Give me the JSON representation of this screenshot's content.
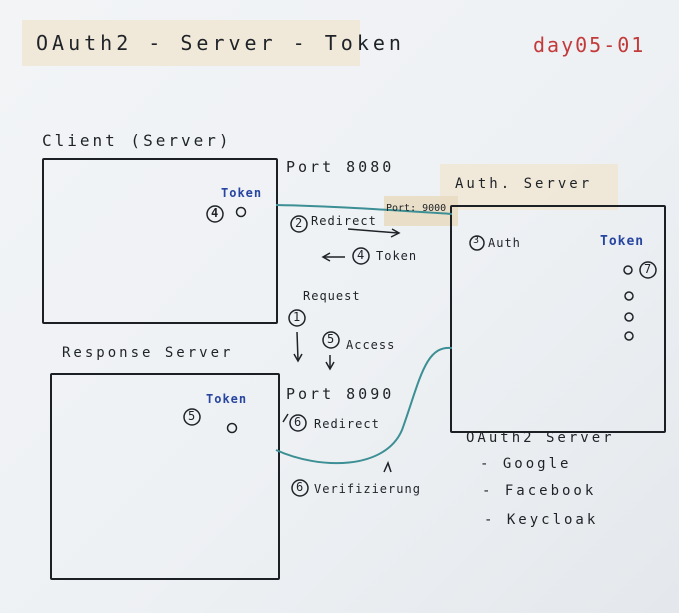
{
  "title": "OAuth2 - Server - Token",
  "date": "day05-01",
  "client": {
    "label": "Client (Server)",
    "token_label": "Token",
    "step_number": "4"
  },
  "resource": {
    "label": "Response Server",
    "token_label": "Token",
    "step_number": "5"
  },
  "auth": {
    "label": "Auth. Server",
    "port": "Port: 9000",
    "step_label": "Auth",
    "step_number": "3",
    "token_label": "Token",
    "token_step_number": "7"
  },
  "ports": {
    "client": "Port 8080",
    "resource": "Port 8090"
  },
  "steps": [
    {
      "number": "2",
      "label": "Redirect"
    },
    {
      "number": "4",
      "label": "Token"
    },
    {
      "number": "1",
      "label": "Request"
    },
    {
      "number": "5",
      "label": "Access"
    },
    {
      "number": "6",
      "label": "Redirect"
    },
    {
      "number": "6",
      "label": "Verifizierung"
    }
  ],
  "providers": {
    "title": "OAuth2 Server",
    "items": [
      "- Google",
      "- Facebook",
      "- Keycloak"
    ]
  }
}
